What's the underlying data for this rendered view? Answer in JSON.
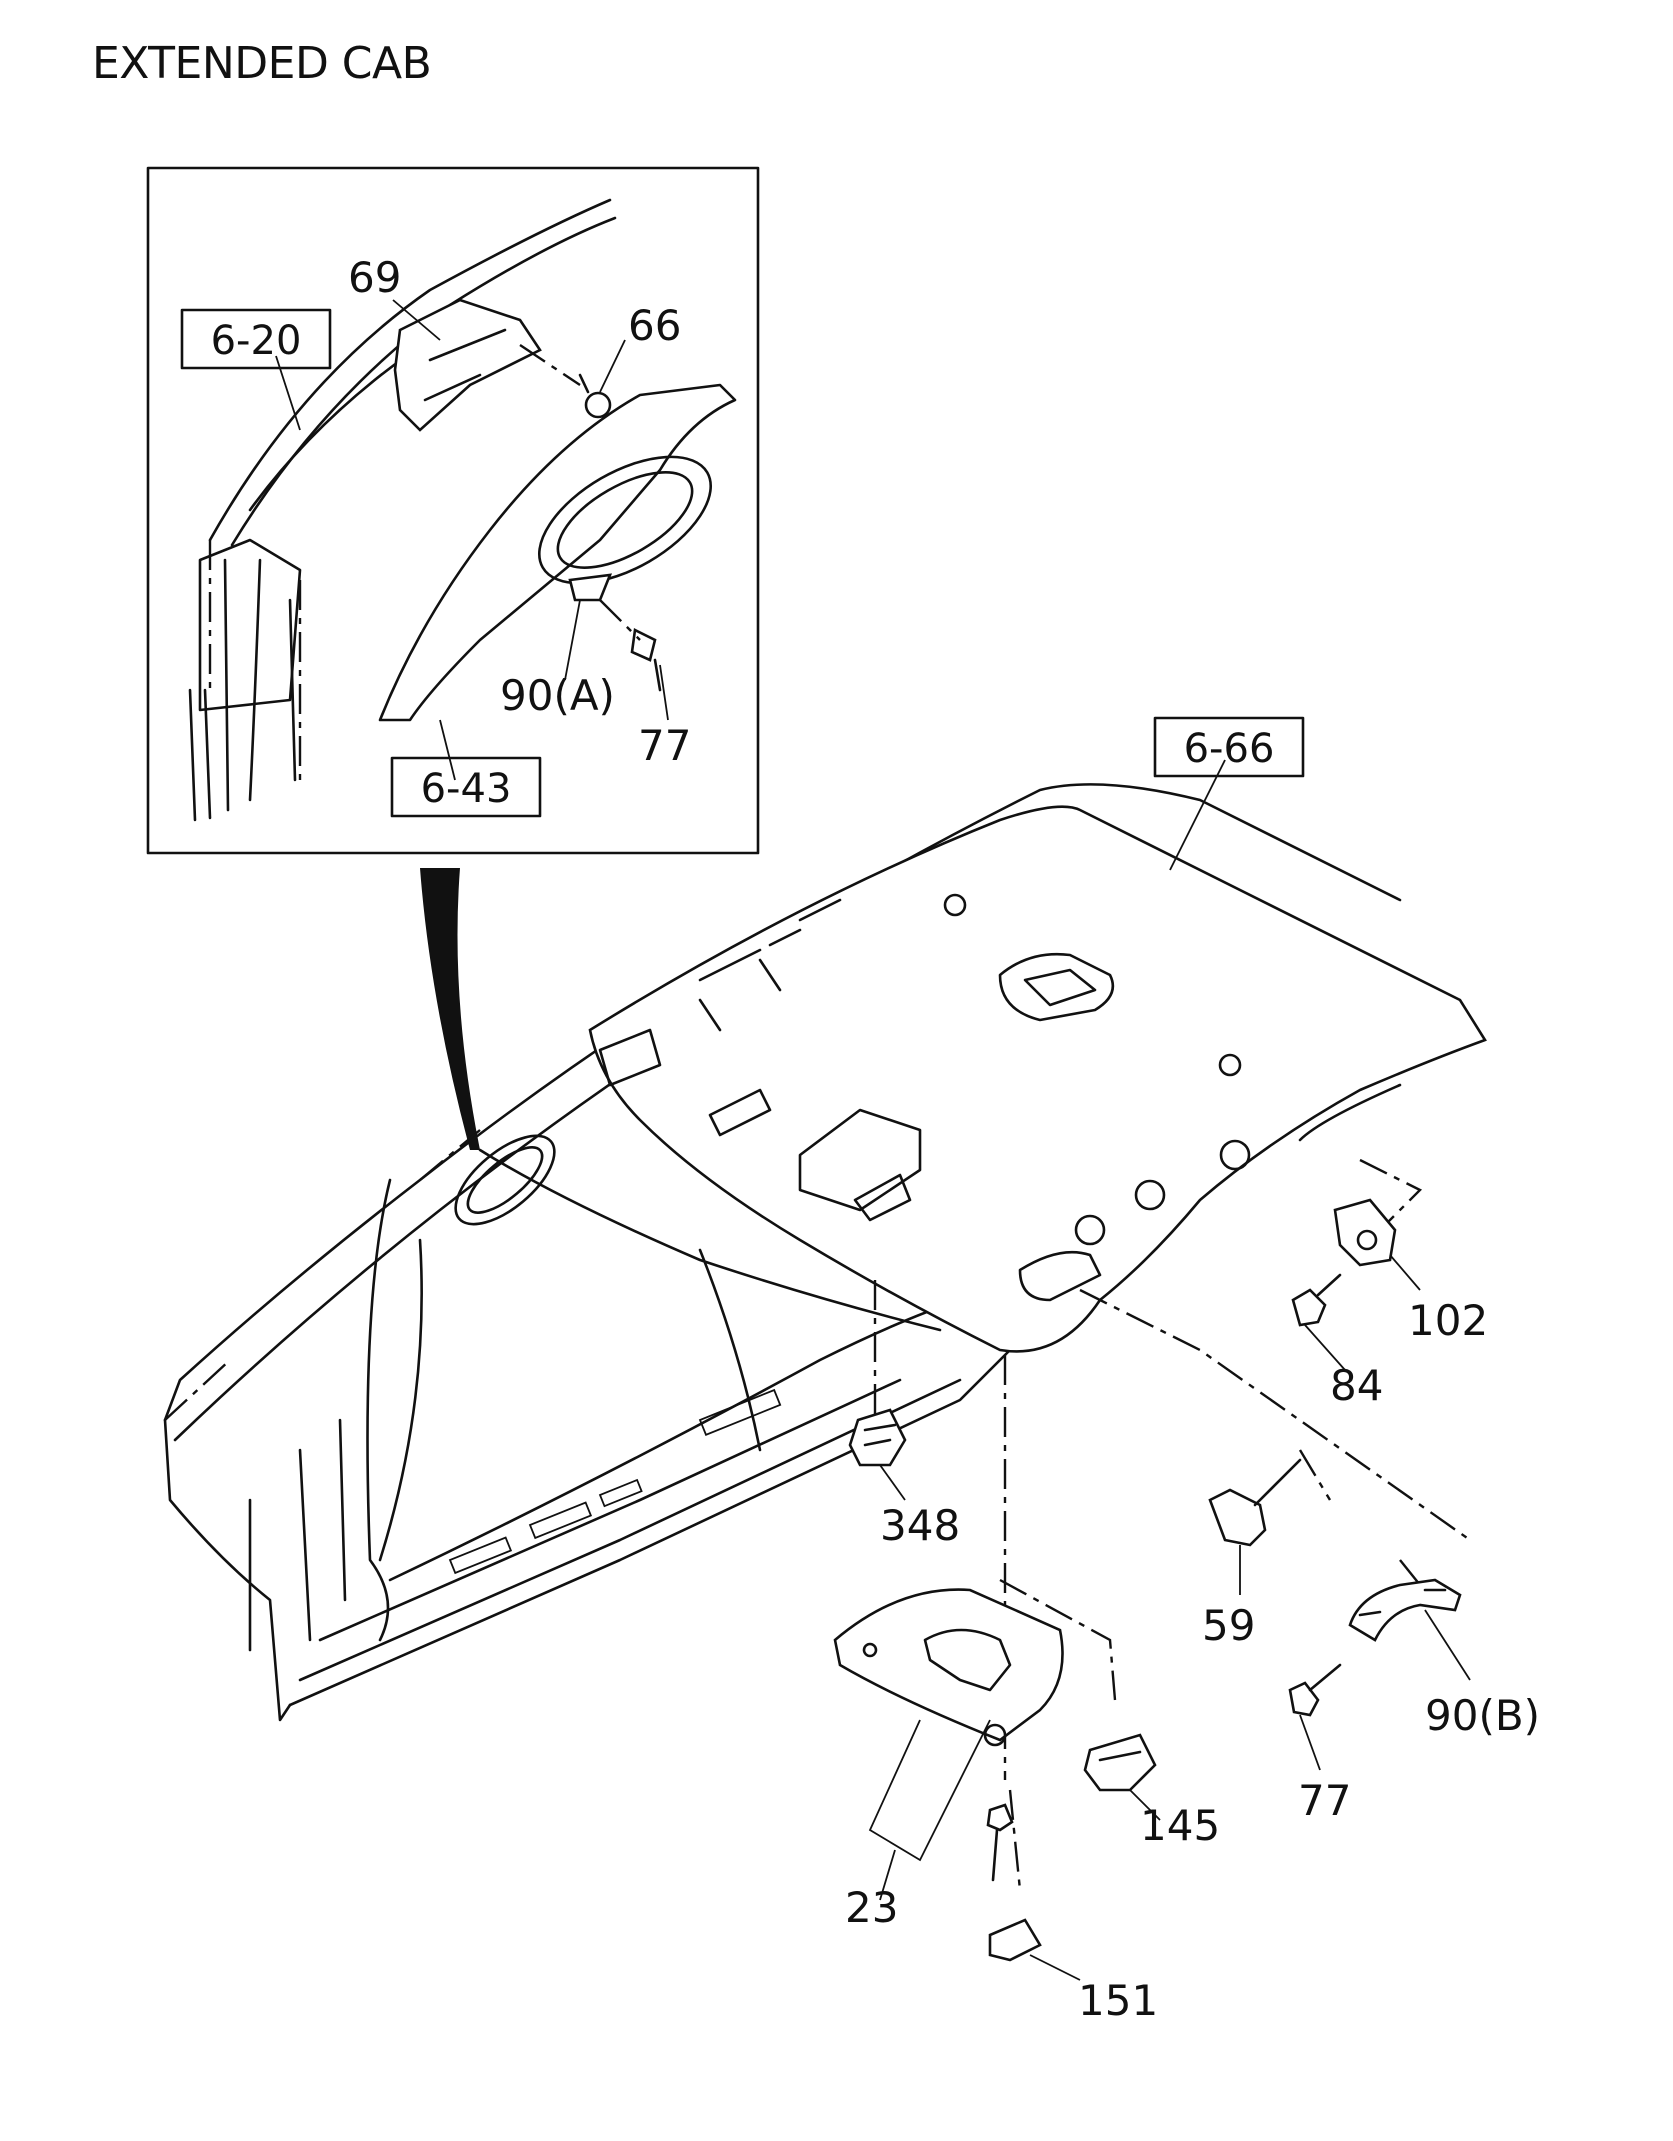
{
  "title": "EXTENDED CAB",
  "refs": {
    "r620": "6-20",
    "r643": "6-43",
    "r666": "6-66"
  },
  "labels": {
    "p69": "69",
    "p66": "66",
    "p90a": "90(A)",
    "p77a": "77",
    "p102": "102",
    "p84": "84",
    "p348": "348",
    "p59": "59",
    "p145": "145",
    "p90b": "90(B)",
    "p77b": "77",
    "p23": "23",
    "p151": "151"
  }
}
